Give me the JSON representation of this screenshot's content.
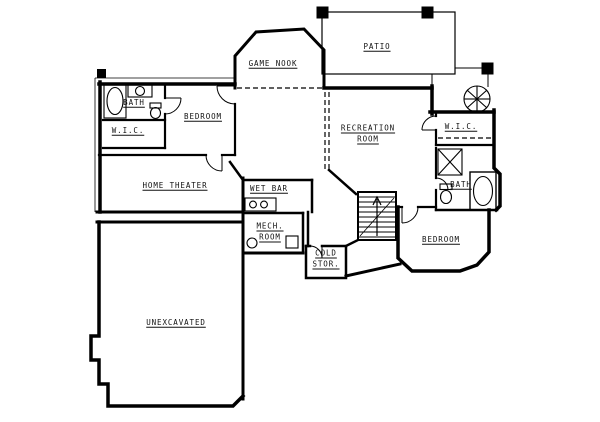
{
  "figure": {
    "kind": "basement-floor-plan",
    "background": "#ffffff",
    "line_color": "#000000"
  },
  "labels": {
    "patio": "PATIO",
    "game_nook": "GAME NOOK",
    "bath_left": "BATH",
    "bedroom_left": "BEDROOM",
    "wic_left": "W.I.C.",
    "recreation_room": "RECREATION\nROOM",
    "wic_right": "W.I.C.",
    "home_theater": "HOME THEATER",
    "wet_bar": "WET BAR",
    "bath_right": "BATH",
    "mech_room": "MECH.\nROOM",
    "cold_storage": "COLD\nSTOR.",
    "bedroom_right": "BEDROOM",
    "unexcavated": "UNEXCAVATED"
  }
}
